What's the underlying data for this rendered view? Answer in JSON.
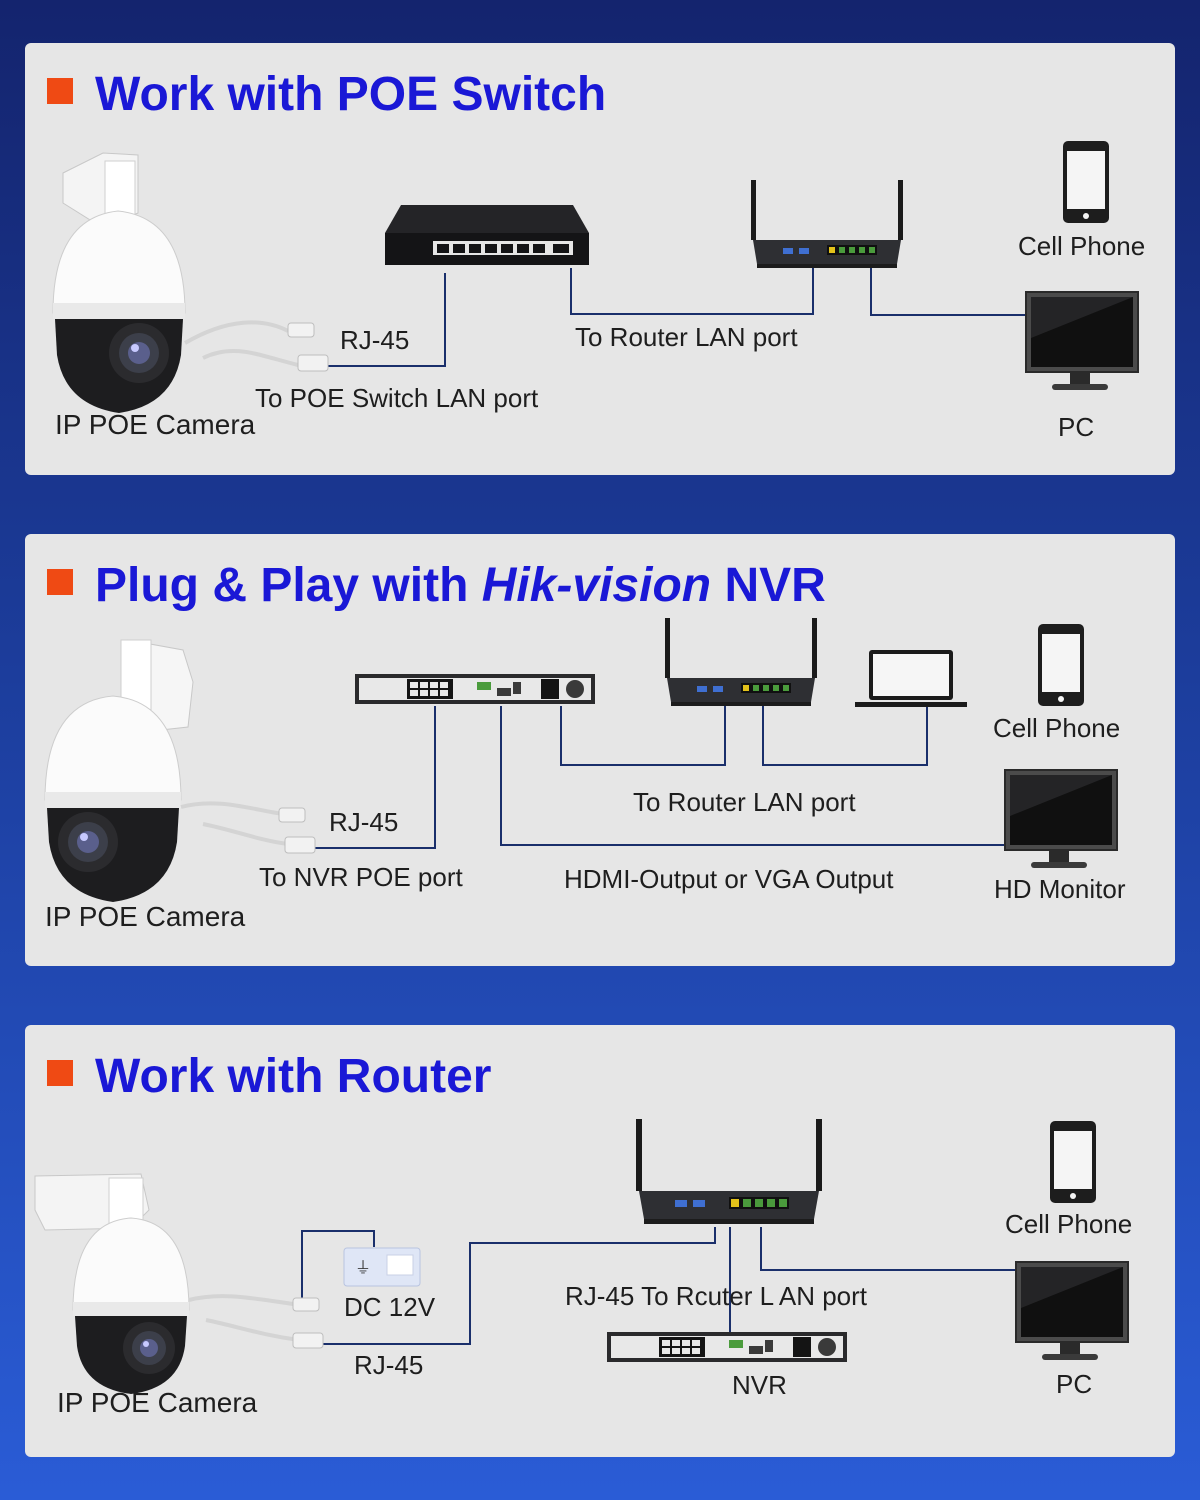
{
  "panels": [
    {
      "title": "Work with POE Switch",
      "labels": {
        "camera": "IP POE Camera",
        "rj45": "RJ-45",
        "switch_port": "To POE Switch LAN port",
        "router_port": "To Router LAN port",
        "phone": "Cell Phone",
        "pc": "PC"
      }
    },
    {
      "title_prefix": "Plug & Play with ",
      "title_brand": "Hik-vision",
      "title_suffix": " NVR",
      "labels": {
        "camera": "IP POE Camera",
        "rj45": "RJ-45",
        "nvr_port": "To NVR POE port",
        "router_port": "To Router LAN port",
        "hdmi": "HDMI-Output or VGA Output",
        "phone": "Cell Phone",
        "monitor": "HD Monitor"
      }
    },
    {
      "title": "Work with Router",
      "labels": {
        "camera": "IP POE Camera",
        "dc": "DC 12V",
        "rj45": "RJ-45",
        "router_port": "RJ-45 To Rcuter L AN port",
        "nvr": "NVR",
        "phone": "Cell Phone",
        "pc": "PC"
      }
    }
  ],
  "colors": {
    "title": "#1a18d6",
    "bullet": "#ef4a14",
    "panel": "#e6e6e6",
    "wire": "#1a2f6b"
  }
}
